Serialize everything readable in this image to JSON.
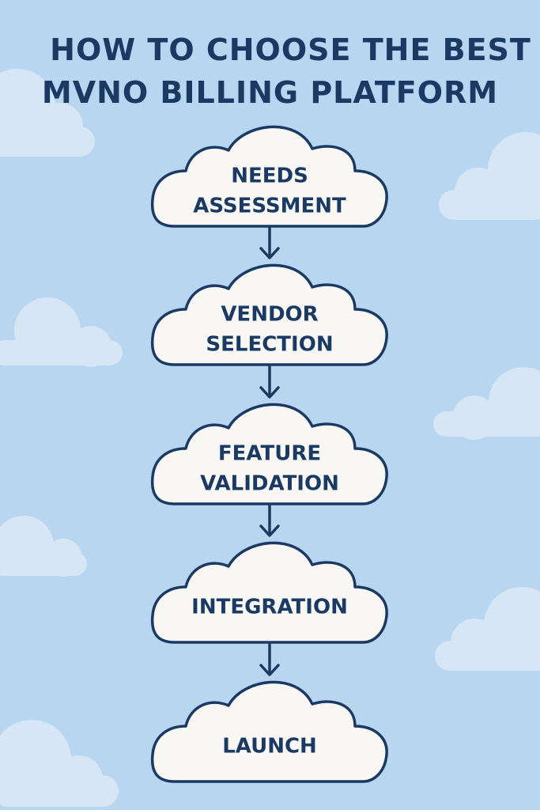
{
  "title": {
    "line1": "HOW TO CHOOSE THE BEST",
    "line2": "MVNO BILLING PLATFORM"
  },
  "colors": {
    "background": "#b9d6f0",
    "cloud_fill": "#f8f7f3",
    "cloud_outline": "#1b3a63",
    "text": "#1b3a63",
    "background_cloud": "#d6e6f5"
  },
  "steps": [
    {
      "lines": [
        "NEEDS",
        "ASSESSMENT"
      ]
    },
    {
      "lines": [
        "VENDOR",
        "SELECTION"
      ]
    },
    {
      "lines": [
        "FEATURE",
        "VALIDATION"
      ]
    },
    {
      "lines": [
        "INTEGRATION"
      ]
    },
    {
      "lines": [
        "LAUNCH"
      ]
    }
  ]
}
